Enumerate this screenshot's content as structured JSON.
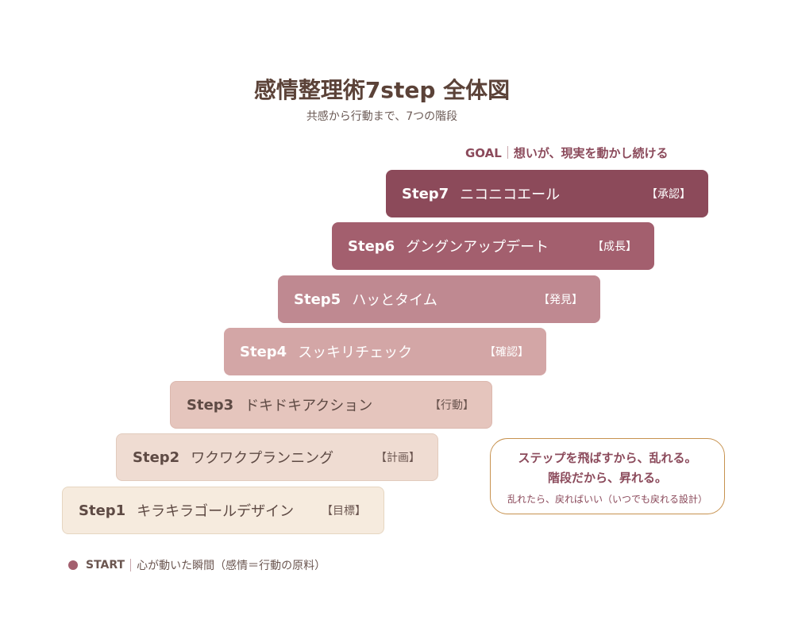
{
  "header": {
    "title": "感情整理術7step 全体図",
    "subtitle": "共感から行動まで、7つの階段"
  },
  "goal": {
    "label": "GOAL",
    "text": "想いが、現実を動かし続ける"
  },
  "steps": [
    {
      "number": "Step7",
      "name": "ニコニコエール",
      "tag": "【承認】"
    },
    {
      "number": "Step6",
      "name": "グングンアップデート",
      "tag": "【成長】"
    },
    {
      "number": "Step5",
      "name": "ハッとタイム",
      "tag": "【発見】"
    },
    {
      "number": "Step4",
      "name": "スッキリチェック",
      "tag": "【確認】"
    },
    {
      "number": "Step3",
      "name": "ドキドキアクション",
      "tag": "【行動】"
    },
    {
      "number": "Step2",
      "name": "ワクワクプランニング",
      "tag": "【計画】"
    },
    {
      "number": "Step1",
      "name": "キラキラゴールデザイン",
      "tag": "【目標】"
    }
  ],
  "callout": {
    "line1": "ステップを飛ばすから、乱れる。",
    "line2": "階段だから、昇れる。",
    "line3": "乱れたら、戻ればいい（いつでも戻れる設計）"
  },
  "start": {
    "label": "START",
    "text": "心が動いた瞬間（感情＝行動の原料）"
  },
  "colors": {
    "accent": "#8c4a5a",
    "title": "#5b4238",
    "callout_border": "#c7924f"
  }
}
